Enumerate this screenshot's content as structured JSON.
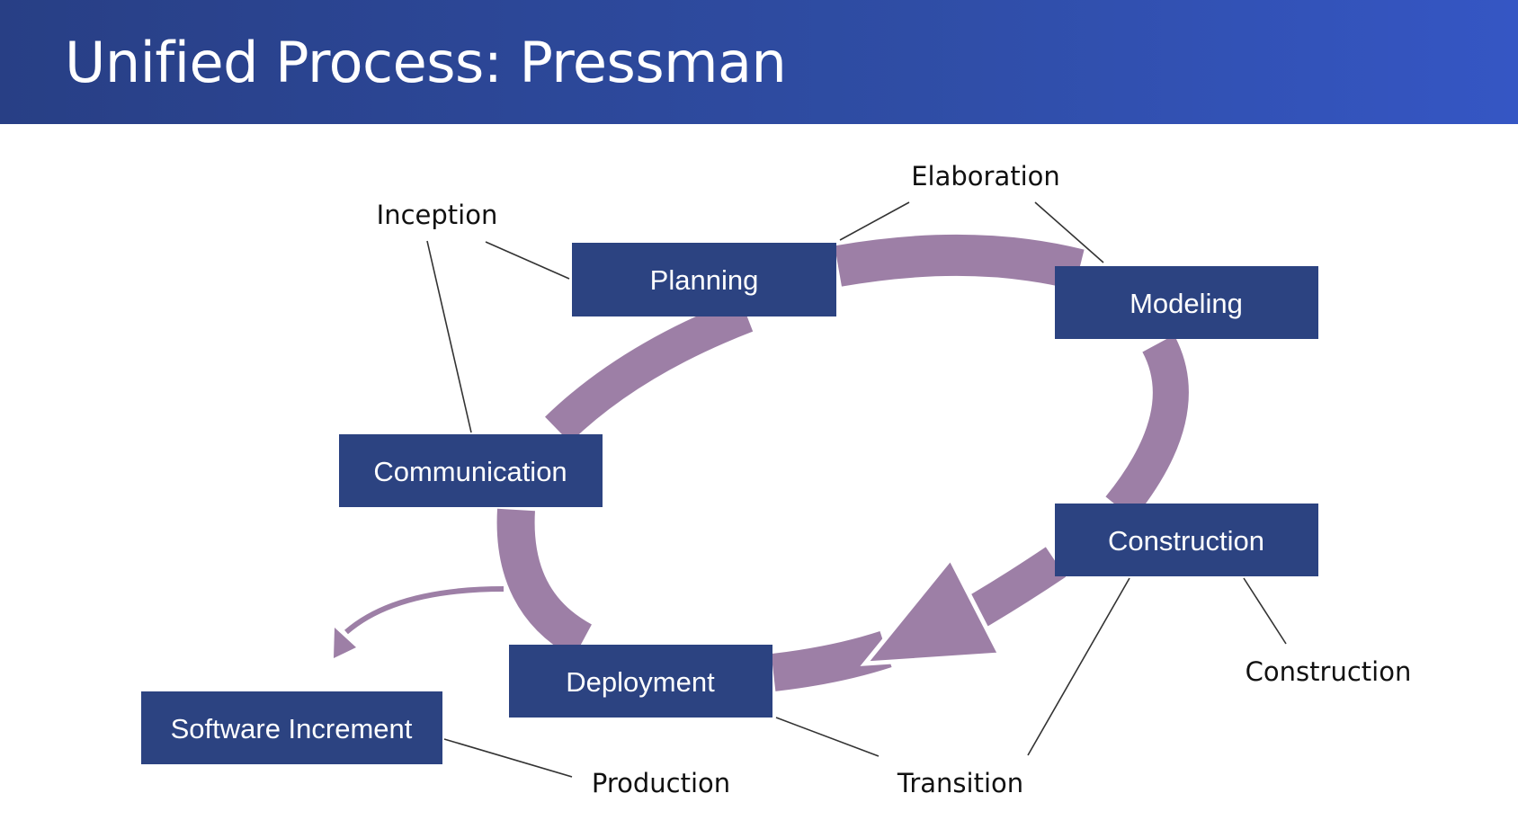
{
  "header": {
    "title": "Unified Process: Pressman"
  },
  "activities": {
    "planning": "Planning",
    "modeling": "Modeling",
    "communication": "Communication",
    "construction": "Construction",
    "deployment": "Deployment",
    "software_increment": "Software Increment"
  },
  "phases": {
    "inception": "Inception",
    "elaboration": "Elaboration",
    "construction": "Construction",
    "transition": "Transition",
    "production": "Production"
  },
  "colors": {
    "header_bg": "#2f4da5",
    "box_fill": "#2c4381",
    "cycle_arrow": "#9d7fa6"
  }
}
